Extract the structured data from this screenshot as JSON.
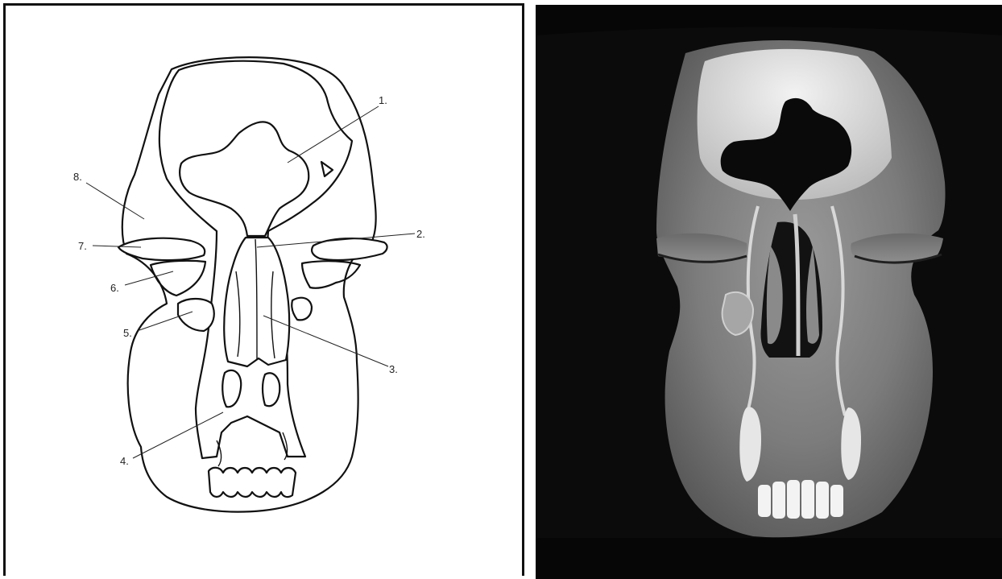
{
  "figure": {
    "drawing": {
      "labels": [
        "1.",
        "2.",
        "3.",
        "4.",
        "5.",
        "6.",
        "7.",
        "8."
      ]
    },
    "ct_scan": {
      "background_color": "#060606",
      "bone_color": "#e8e8e8",
      "soft_tissue_color": "#8a8a8a",
      "air_color": "#080808"
    }
  }
}
